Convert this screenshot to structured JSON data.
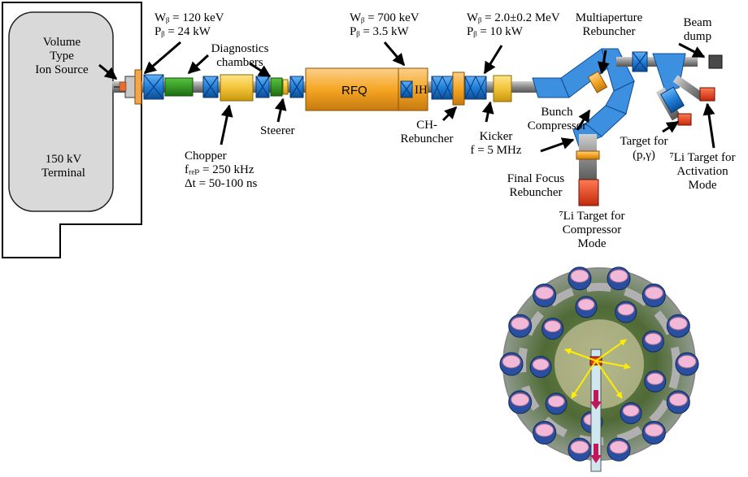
{
  "diagram": {
    "ion_source": {
      "line1": "Volume",
      "line2": "Type",
      "line3": "Ion Source"
    },
    "terminal": {
      "line1": "150 kV",
      "line2": "Terminal"
    },
    "beam_120": {
      "energy": "Wᵦ = 120 keV",
      "power": "Pᵦ = 24 kW"
    },
    "diagnostics": {
      "line1": "Diagnostics",
      "line2": "chambers"
    },
    "chopper": {
      "title": "Chopper",
      "freq": "fᵣₑₚ = 250 kHz",
      "dt": "Δt  = 50-100 ns"
    },
    "steerer": "Steerer",
    "rfq": "RFQ",
    "ih": "IH",
    "beam_700": {
      "energy": "Wᵦ = 700 keV",
      "power": "Pᵦ = 3.5 kW"
    },
    "ch_rebuncher": {
      "line1": "CH-",
      "line2": "Rebuncher"
    },
    "beam_2": {
      "energy": "Wᵦ = 2.0±0.2 MeV",
      "power": "Pᵦ  = 10 kW"
    },
    "kicker": {
      "title": "Kicker",
      "freq": "f = 5 MHz"
    },
    "multiaperture": {
      "line1": "Multiaperture",
      "line2": "Rebuncher"
    },
    "beam_dump": {
      "line1": "Beam",
      "line2": "dump"
    },
    "bunch_compressor": {
      "line1": "Bunch",
      "line2": "Compressor"
    },
    "target_pg": {
      "line1": "Target for",
      "line2": "(p,γ)"
    },
    "li_activation": {
      "line1": "⁷Li Target for",
      "line2": "Activation",
      "line3": "Mode"
    },
    "final_focus": {
      "line1": "Final Focus",
      "line2": "Rebuncher"
    },
    "li_compressor": {
      "line1": "⁷Li Target for",
      "line2": "Compressor",
      "line3": "Mode"
    }
  },
  "colors": {
    "beampipe": "#7a7a7a",
    "terminal_fill": "#d9d9d9",
    "quadrupole": "#1e7fd6",
    "chamber_green": "#2e9a1e",
    "chopper_yellow": "#f2c43a",
    "rfq_orange": "#f5a623",
    "bend_blue": "#3d8fe0",
    "target_red": "#e8381a",
    "dump_gray": "#4a4a4a",
    "detector_pink": "#f2b8d8",
    "detector_blue": "#2a4fa0"
  }
}
